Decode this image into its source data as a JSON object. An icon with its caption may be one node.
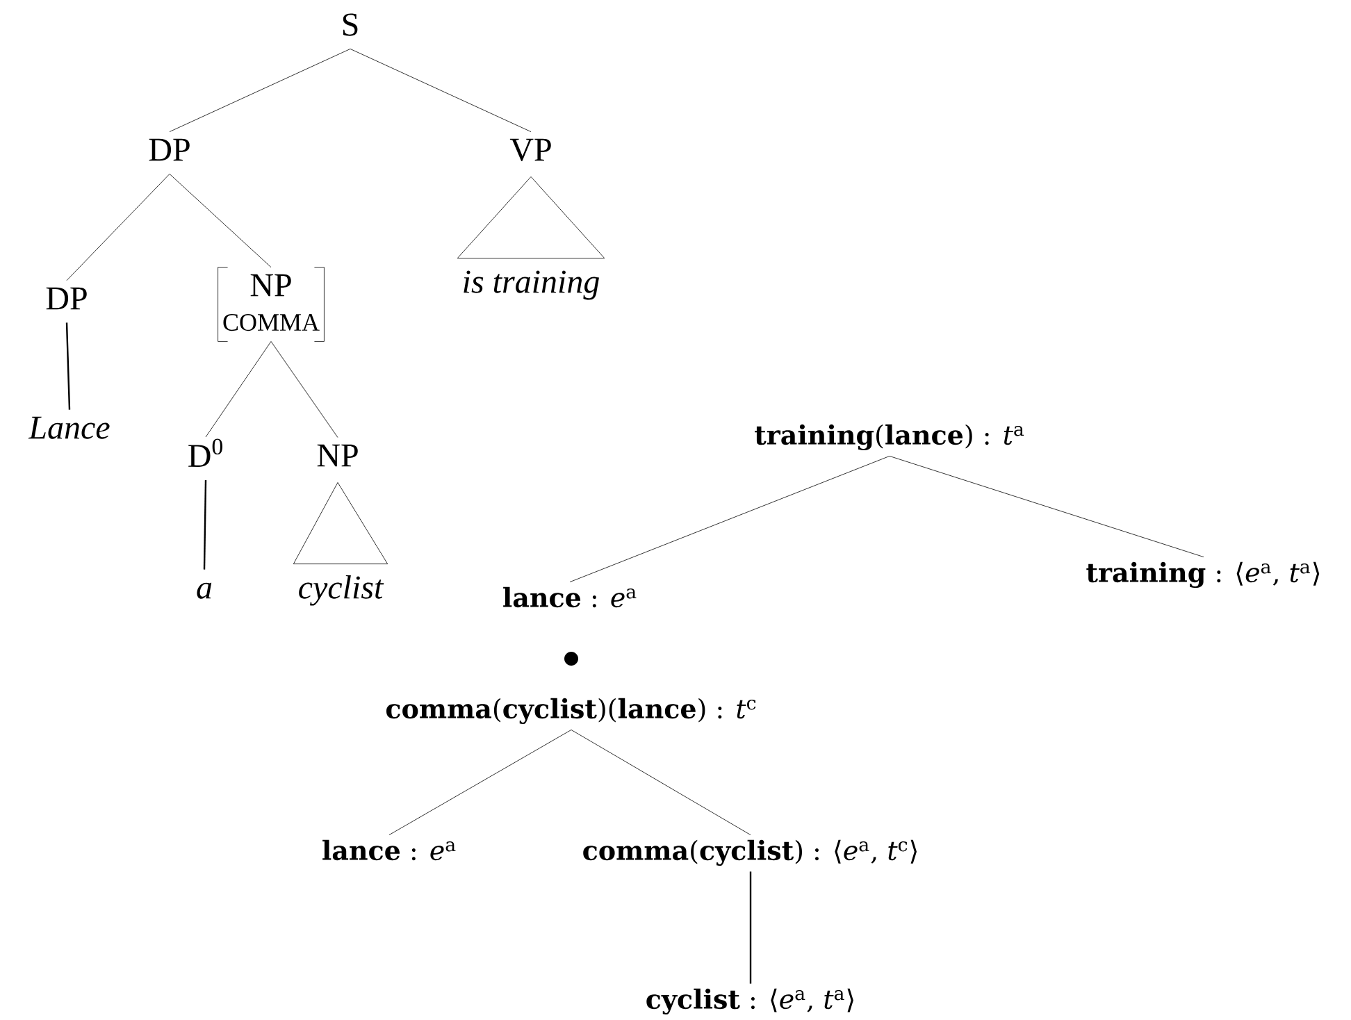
{
  "diagram": {
    "nodes": [
      {
        "text": [
          "S"
        ]
      },
      {
        "text": [
          "DP"
        ]
      },
      {
        "text": [
          "VP"
        ]
      },
      {
        "text": [
          "DP"
        ]
      },
      {
        "text": [
          "NP",
          "COMMA"
        ]
      },
      {
        "text": [
          "is training"
        ]
      },
      {
        "text": [
          "Lance"
        ]
      },
      {
        "text": [
          "D$^{0}$"
        ]
      },
      {
        "text": [
          "NP"
        ]
      },
      {
        "text": [
          "a"
        ]
      },
      {
        "text": [
          "cyclist"
        ]
      },
      {
        "text": [
          "**training**(**lance**) : *t*$^{a}$"
        ]
      },
      {
        "text": [
          "**lance** : *e*$^{a}$"
        ]
      },
      {
        "text": [
          "**training** : ⟨*e*$^{a}$, *t*$^{a}$⟩"
        ]
      },
      {
        "text": [
          "**comma**(**cyclist**)(**lance**) : *t*$^{c}$"
        ]
      },
      {
        "text": [
          "**lance** : *e*$^{a}$"
        ]
      },
      {
        "text": [
          "**comma**(**cyclist**) : ⟨*e*$^{a}$, *t*$^{c}$⟩"
        ]
      },
      {
        "text": [
          "**cyclist** : ⟨*e*$^{a}$, *t*$^{a}$⟩"
        ]
      }
    ],
    "edges": [
      {
        "from": 0,
        "to": 1,
        "arrow": "none"
      },
      {
        "from": 0,
        "to": 2,
        "arrow": "none"
      },
      {
        "from": 1,
        "to": 3,
        "arrow": "none"
      },
      {
        "from": 1,
        "to": 4,
        "arrow": "none"
      },
      {
        "from": 2,
        "to": 5,
        "arrow": "none"
      },
      {
        "from": 3,
        "to": 6,
        "arrow": "none"
      },
      {
        "from": 4,
        "to": 7,
        "arrow": "none"
      },
      {
        "from": 4,
        "to": 8,
        "arrow": "none"
      },
      {
        "from": 7,
        "to": 9,
        "arrow": "none"
      },
      {
        "from": 8,
        "to": 10,
        "arrow": "none"
      },
      {
        "from": 11,
        "to": 12,
        "arrow": "none"
      },
      {
        "from": 11,
        "to": 13,
        "arrow": "none"
      },
      {
        "from": 14,
        "to": 15,
        "arrow": "none"
      },
      {
        "from": 14,
        "to": 16,
        "arrow": "none"
      },
      {
        "from": 16,
        "to": 17,
        "arrow": "none"
      }
    ]
  }
}
